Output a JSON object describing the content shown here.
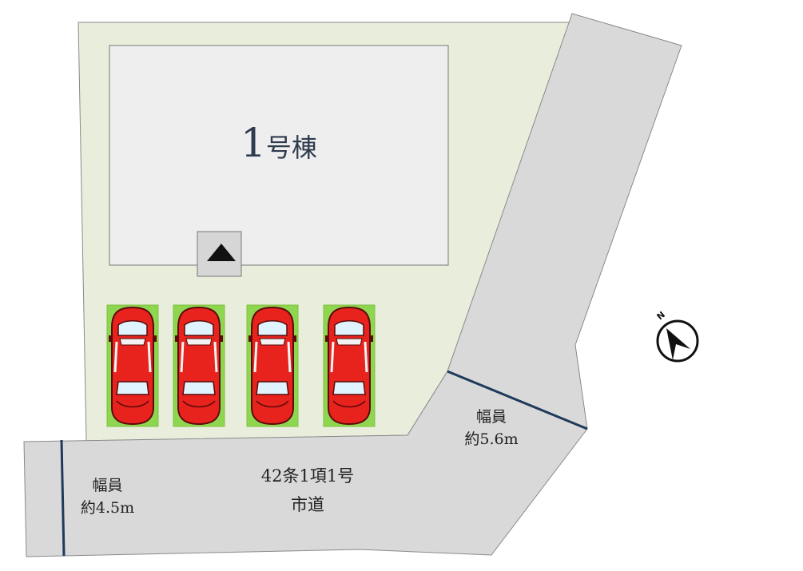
{
  "building": {
    "number": "1",
    "suffix": "号棟"
  },
  "roads": {
    "east_width_label": "幅員",
    "east_width_value": "約5.6m",
    "west_width_label": "幅員",
    "west_width_value": "約4.5m",
    "main_line1": "42条1項1号",
    "main_line2": "市道"
  },
  "compass": {
    "north_label": "N"
  },
  "parking": {
    "car_count": 4
  },
  "colors": {
    "lot": "#e9eedc",
    "building": "#eeeeee",
    "road": "#d9d9d9",
    "car_body": "#e8231e",
    "parking_pad": "#8fd650",
    "road_width_line": "#1f3a5a"
  }
}
